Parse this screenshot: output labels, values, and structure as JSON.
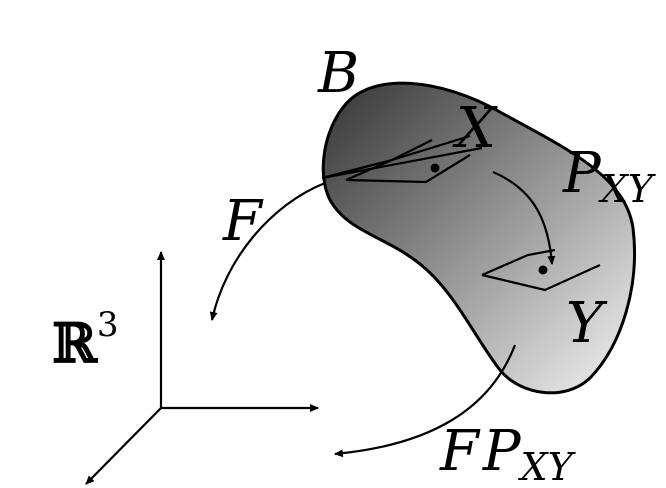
{
  "labels": {
    "body": "B",
    "point_x": "X",
    "point_y": "Y",
    "map_f": "F",
    "transport": "P",
    "transport_sub": "XY",
    "composite_f": "F",
    "composite_p": "P",
    "composite_sub": "XY",
    "space": "ℝ",
    "space_exp": "3"
  },
  "colors": {
    "ink": "#000000",
    "shade_dark": "#3c3c3c",
    "shade_light": "#f2f2f2"
  }
}
